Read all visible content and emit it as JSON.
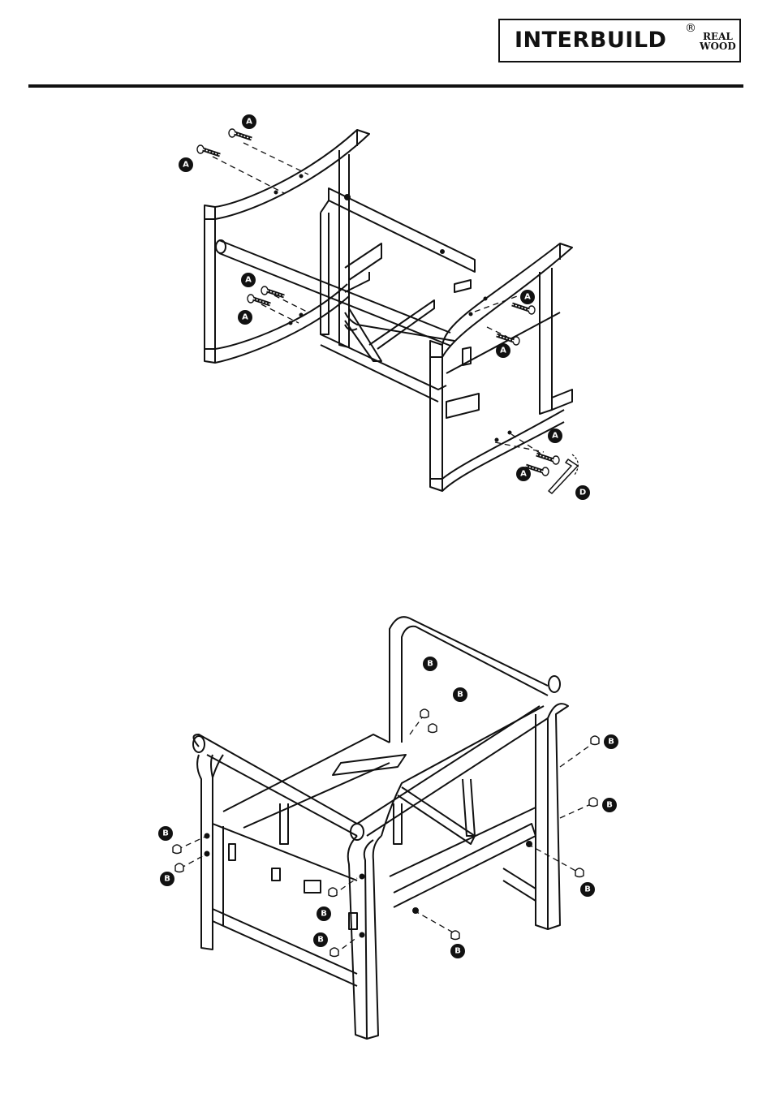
{
  "header": {
    "brand": "INTERBUILD",
    "registered": "®",
    "tagline_line1": "REAL",
    "tagline_line2": "WOOD"
  },
  "callouts": {
    "screw": "A",
    "plug": "B",
    "allen_key": "D"
  }
}
